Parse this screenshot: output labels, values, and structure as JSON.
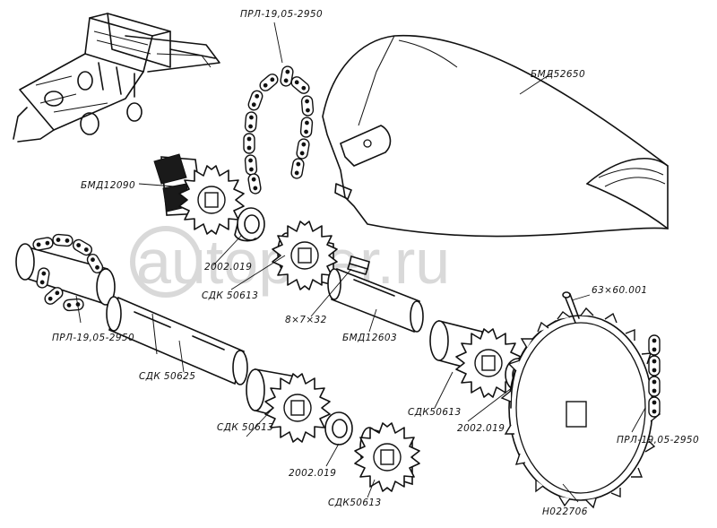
{
  "watermark": {
    "text": "autopiter.ru"
  },
  "labels": {
    "chain_top": "ПРЛ-19,05-2950",
    "cover": "БМД52650",
    "sprocket_hub_top": "БМД12090",
    "washer_1": "2002.019",
    "sprocket_1": "СДК 50613",
    "key": "8×7×32",
    "shaft_short": "БМД12603",
    "pin": "63×60.001",
    "chain_left": "ПРЛ-19,05-2950",
    "shaft_long": "СДК 50625",
    "sprocket_2": "СДК 50613",
    "washer_2": "2002.019",
    "sprocket_3": "СДК50613",
    "washer_3": "2002.019",
    "sprocket_4": "СДК50613",
    "large_sprocket": "Н022706",
    "chain_right": "ПРЛ-19,05-2950"
  },
  "colors": {
    "ink": "#111111",
    "paper": "#ffffff",
    "watermark": "#d9d9d9"
  }
}
